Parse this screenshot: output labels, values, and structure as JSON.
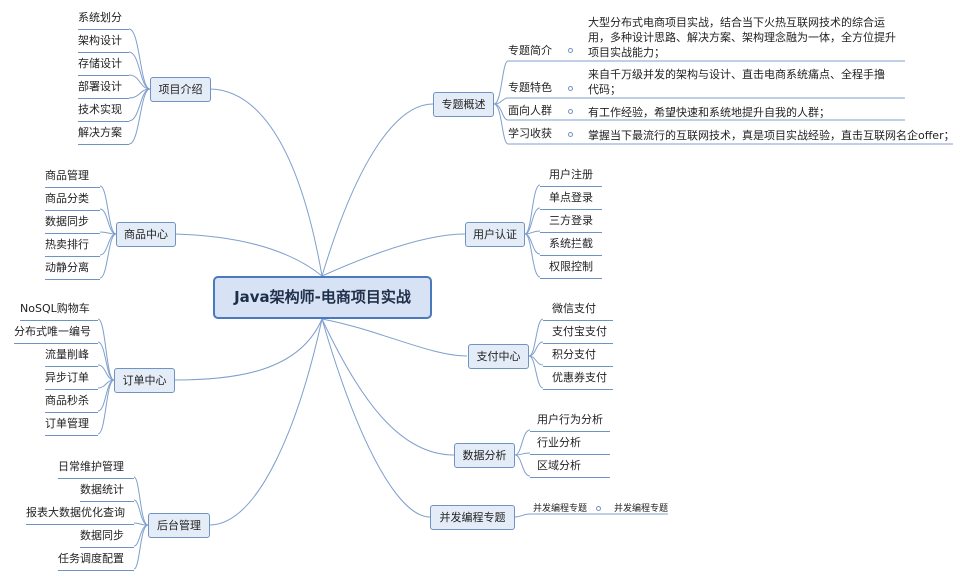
{
  "central_title": "Java架构师-电商项目实战",
  "project_intro": {
    "label": "项目介绍",
    "items": [
      "系统划分",
      "架构设计",
      "存储设计",
      "部署设计",
      "技术实现",
      "解决方案"
    ]
  },
  "product_center": {
    "label": "商品中心",
    "items": [
      "商品管理",
      "商品分类",
      "数据同步",
      "热卖排行",
      "动静分离"
    ]
  },
  "order_center": {
    "label": "订单中心",
    "items": [
      "NoSQL购物车",
      "分布式唯一编号",
      "流量削峰",
      "异步订单",
      "商品秒杀",
      "订单管理"
    ]
  },
  "admin": {
    "label": "后台管理",
    "items": [
      "日常维护管理",
      "数据统计",
      "报表大数据优化查询",
      "数据同步",
      "任务调度配置"
    ]
  },
  "overview": {
    "label": "专题概述",
    "rows": [
      {
        "label": "专题简介",
        "text": "大型分布式电商项目实战，结合当下火热互联网技术的综合运用，多种设计思路、解决方案、架构理念融为一体，全方位提升项目实战能力；"
      },
      {
        "label": "专题特色",
        "text": "来自千万级并发的架构与设计、直击电商系统痛点、全程手撸代码；"
      },
      {
        "label": "面向人群",
        "text": "有工作经验，希望快速和系统地提升自我的人群；"
      },
      {
        "label": "学习收获",
        "text": "掌握当下最流行的互联网技术，真是项目实战经验，直击互联网名企offer；"
      }
    ]
  },
  "user_auth": {
    "label": "用户认证",
    "items": [
      "用户注册",
      "单点登录",
      "三方登录",
      "系统拦截",
      "权限控制"
    ]
  },
  "payment_center": {
    "label": "支付中心",
    "items": [
      "微信支付",
      "支付宝支付",
      "积分支付",
      "优惠券支付"
    ]
  },
  "data_analysis": {
    "label": "数据分析",
    "items": [
      "用户行为分析",
      "行业分析",
      "区域分析"
    ]
  },
  "concurrency": {
    "label": "并发编程专题",
    "items": [
      "并发编程专题",
      "并发编程专题"
    ]
  }
}
